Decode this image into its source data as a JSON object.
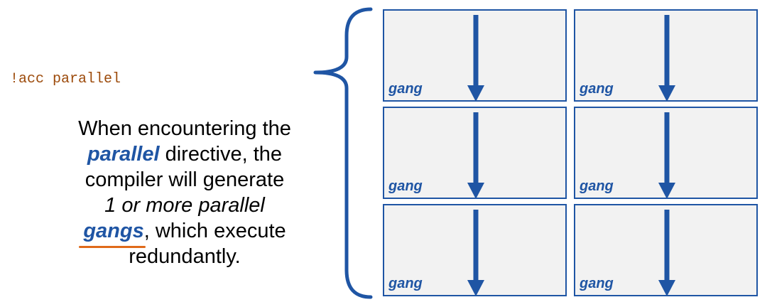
{
  "code": {
    "directive": "!acc parallel"
  },
  "description": {
    "line1": "When encountering the",
    "keyword": "parallel",
    "line2_rest": " directive, the",
    "line3": "compiler will generate",
    "line4": "1 or more parallel",
    "gangs_word": "gangs",
    "line5_rest": ", which execute",
    "line6": "redundantly."
  },
  "gangs": [
    {
      "label": "gang"
    },
    {
      "label": "gang"
    },
    {
      "label": "gang"
    },
    {
      "label": "gang"
    },
    {
      "label": "gang"
    },
    {
      "label": "gang"
    }
  ],
  "colors": {
    "accent": "#1f55a4",
    "code": "#9c4a0a",
    "underline": "#e06a1a",
    "box_fill": "#f2f2f2"
  }
}
